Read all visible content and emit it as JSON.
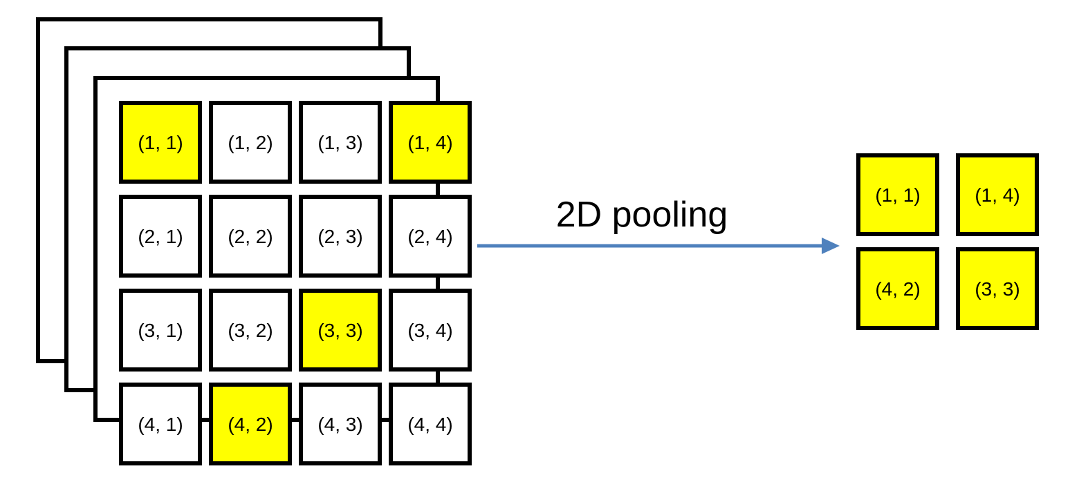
{
  "colors": {
    "highlight": "#ffff00",
    "cell": "#ffffff",
    "border": "#000000",
    "arrow": "#4f81bd"
  },
  "input_grid": {
    "rows": [
      [
        {
          "label": "(1, 1)",
          "selected": true
        },
        {
          "label": "(1, 2)",
          "selected": false
        },
        {
          "label": "(1, 3)",
          "selected": false
        },
        {
          "label": "(1, 4)",
          "selected": true
        }
      ],
      [
        {
          "label": "(2, 1)",
          "selected": false
        },
        {
          "label": "(2, 2)",
          "selected": false
        },
        {
          "label": "(2, 3)",
          "selected": false
        },
        {
          "label": "(2, 4)",
          "selected": false
        }
      ],
      [
        {
          "label": "(3, 1)",
          "selected": false
        },
        {
          "label": "(3, 2)",
          "selected": false
        },
        {
          "label": "(3, 3)",
          "selected": true
        },
        {
          "label": "(3, 4)",
          "selected": false
        }
      ],
      [
        {
          "label": "(4, 1)",
          "selected": false
        },
        {
          "label": "(4, 2)",
          "selected": true
        },
        {
          "label": "(4, 3)",
          "selected": false
        },
        {
          "label": "(4, 4)",
          "selected": false
        }
      ]
    ]
  },
  "operation": {
    "label": "2D pooling"
  },
  "output_grid": {
    "rows": [
      [
        {
          "label": "(1, 1)"
        },
        {
          "label": "(1, 4)"
        }
      ],
      [
        {
          "label": "(4, 2)"
        },
        {
          "label": "(3, 3)"
        }
      ]
    ]
  }
}
